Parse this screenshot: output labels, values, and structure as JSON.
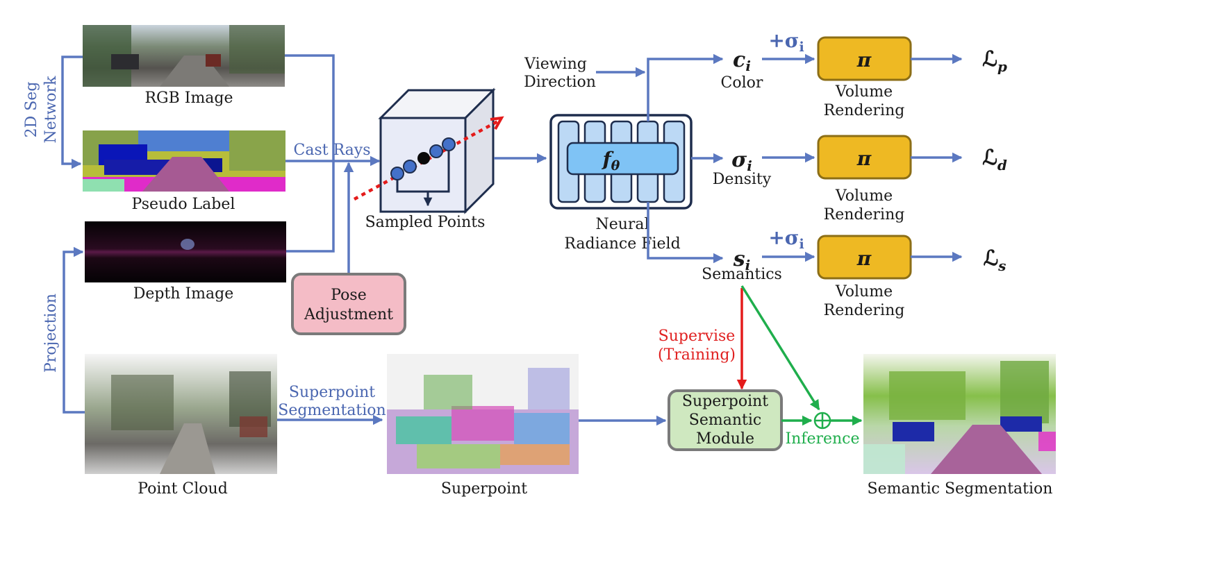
{
  "inputs": {
    "rgb_caption": "RGB Image",
    "pseudo_caption": "Pseudo Label",
    "depth_caption": "Depth Image",
    "seg_network_line1": "2D Seg",
    "seg_network_line2": "Network",
    "projection_label": "Projection"
  },
  "rays": {
    "cast_rays_label": "Cast Rays",
    "sampled_points_caption": "Sampled Points",
    "pose_line1": "Pose",
    "pose_line2": "Adjustment"
  },
  "nerf": {
    "viewing_line1": "Viewing",
    "viewing_line2": "Direction",
    "f_symbol": "f",
    "f_subscript": "θ",
    "caption_line1": "Neural",
    "caption_line2": "Radiance Field"
  },
  "outputs": [
    {
      "symbol": "c",
      "subscript": "i",
      "caption": "Color",
      "plus": "+σ",
      "plus_sub": "i",
      "render_symbol": "π",
      "render_line1": "Volume",
      "render_line2": "Rendering",
      "loss": "ℒ",
      "loss_sub": "p"
    },
    {
      "symbol": "σ",
      "subscript": "i",
      "caption": "Density",
      "plus": "",
      "plus_sub": "",
      "render_symbol": "π",
      "render_line1": "Volume",
      "render_line2": "Rendering",
      "loss": "ℒ",
      "loss_sub": "d"
    },
    {
      "symbol": "s",
      "subscript": "i",
      "caption": "Semantics",
      "plus": "+σ",
      "plus_sub": "i",
      "render_symbol": "π",
      "render_line1": "Volume",
      "render_line2": "Rendering",
      "loss": "ℒ",
      "loss_sub": "s"
    }
  ],
  "bottom": {
    "point_cloud_caption": "Point Cloud",
    "superpoint_seg_line1": "Superpoint",
    "superpoint_seg_line2": "Segmentation",
    "superpoint_caption": "Superpoint",
    "supervise_line1": "Supervise",
    "supervise_line2": "(Training)",
    "module_line1": "Superpoint",
    "module_line2": "Semantic",
    "module_line3": "Module",
    "inference_label": "Inference",
    "semantic_caption": "Semantic Segmentation"
  },
  "colors": {
    "flow": "#5b78c0",
    "supervise": "#e41b1b",
    "inference": "#1fae4c",
    "render_box": "#eeb923",
    "pose_box": "#f4bcc6",
    "module_box": "#cfe8c0",
    "nerf_column": "#bcd9f5",
    "nerf_f_box": "#7fc3f5"
  }
}
